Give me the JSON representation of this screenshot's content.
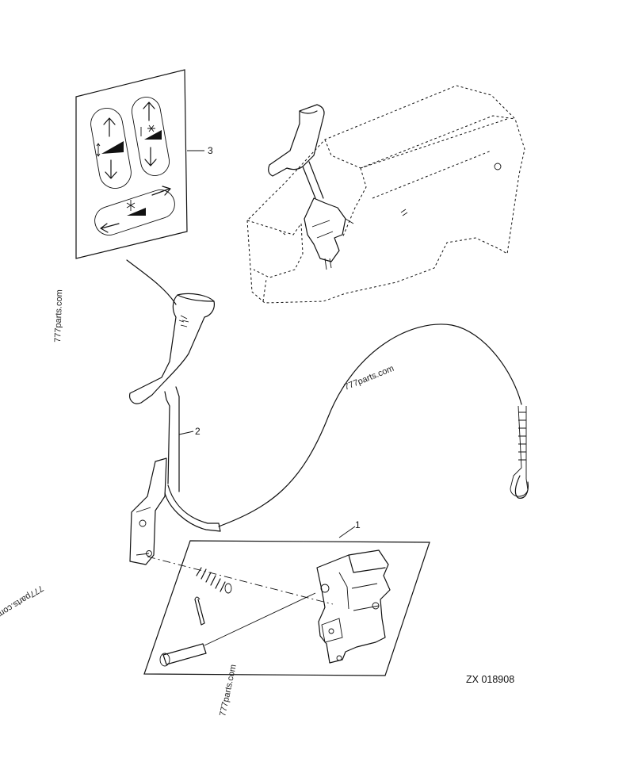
{
  "callouts": {
    "c1": "1",
    "c2": "2",
    "c3": "3"
  },
  "watermarks": {
    "w1": "777parts.com",
    "w2": "777parts.com",
    "w3": "777parts.com",
    "w4": "777parts.com"
  },
  "figure_code": "ZX 018908",
  "icons": [
    "arrow-up-icon",
    "arrow-down-icon",
    "bucket-icon",
    "float-icon",
    "arrow-left-icon",
    "arrow-right-icon"
  ]
}
